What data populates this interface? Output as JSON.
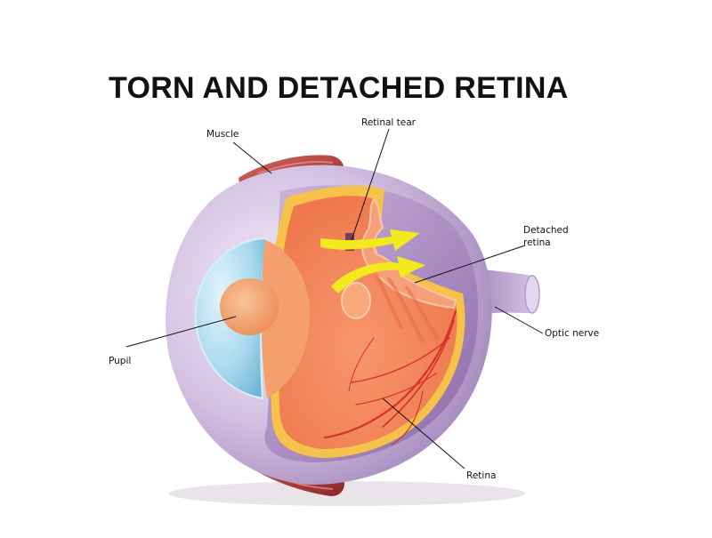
{
  "title": "TORN AND DETACHED RETINA",
  "labels": {
    "muscle": "Muscle",
    "retinal_tear": "Retinal tear",
    "detached_retina_line1": "Detached",
    "detached_retina_line2": "retina",
    "optic_nerve": "Optic nerve",
    "pupil": "Pupil",
    "retina": "Retina"
  },
  "colors": {
    "sclera_light": "#ede3f3",
    "sclera_mid": "#c9b2d9",
    "sclera_dark": "#9c7fb6",
    "cornea": "#a9d9ee",
    "muscle": "#b73a3e",
    "retina": "#f2815a",
    "retina_light": "#f7a978",
    "choroid_yellow": "#f7c24a",
    "arrow_yellow": "#f2ea1c",
    "vessel": "#d8322b"
  }
}
